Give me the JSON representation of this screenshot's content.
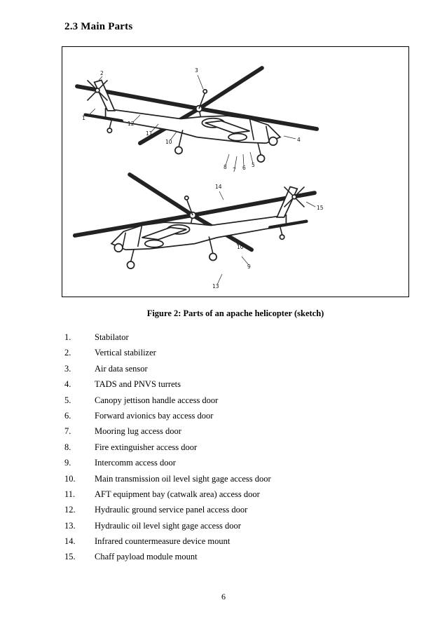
{
  "page": {
    "heading": "2.3 Main Parts",
    "figure_caption": "Figure 2: Parts of an apache helicopter (sketch)",
    "page_number": "6"
  },
  "figure": {
    "description": "line sketch of two apache helicopters with numbered part callouts",
    "callouts": [
      "3",
      "1",
      "12",
      "11",
      "10",
      "2",
      "4",
      "8",
      "7",
      "6",
      "5",
      "14",
      "15",
      "10",
      "9",
      "13"
    ]
  },
  "parts_list": [
    {
      "num": "1.",
      "label": "Stabilator"
    },
    {
      "num": "2.",
      "label": "Vertical stabilizer"
    },
    {
      "num": "3.",
      "label": "Air data sensor"
    },
    {
      "num": "4.",
      "label": "TADS and PNVS turrets"
    },
    {
      "num": "5.",
      "label": "Canopy jettison handle access door"
    },
    {
      "num": "6.",
      "label": "Forward avionics bay access door"
    },
    {
      "num": "7.",
      "label": "Mooring lug access door"
    },
    {
      "num": "8.",
      "label": "Fire extinguisher access door"
    },
    {
      "num": "9.",
      "label": "Intercomm access door"
    },
    {
      "num": "10.",
      "label": "Main transmission oil level sight gage access door"
    },
    {
      "num": "11.",
      "label": "AFT equipment bay (catwalk area) access door"
    },
    {
      "num": "12.",
      "label": "Hydraulic ground service panel access door"
    },
    {
      "num": "13.",
      "label": "Hydraulic oil level sight gage access door"
    },
    {
      "num": "14.",
      "label": "Infrared countermeasure device mount"
    },
    {
      "num": "15.",
      "label": "Chaff payload module mount"
    }
  ]
}
